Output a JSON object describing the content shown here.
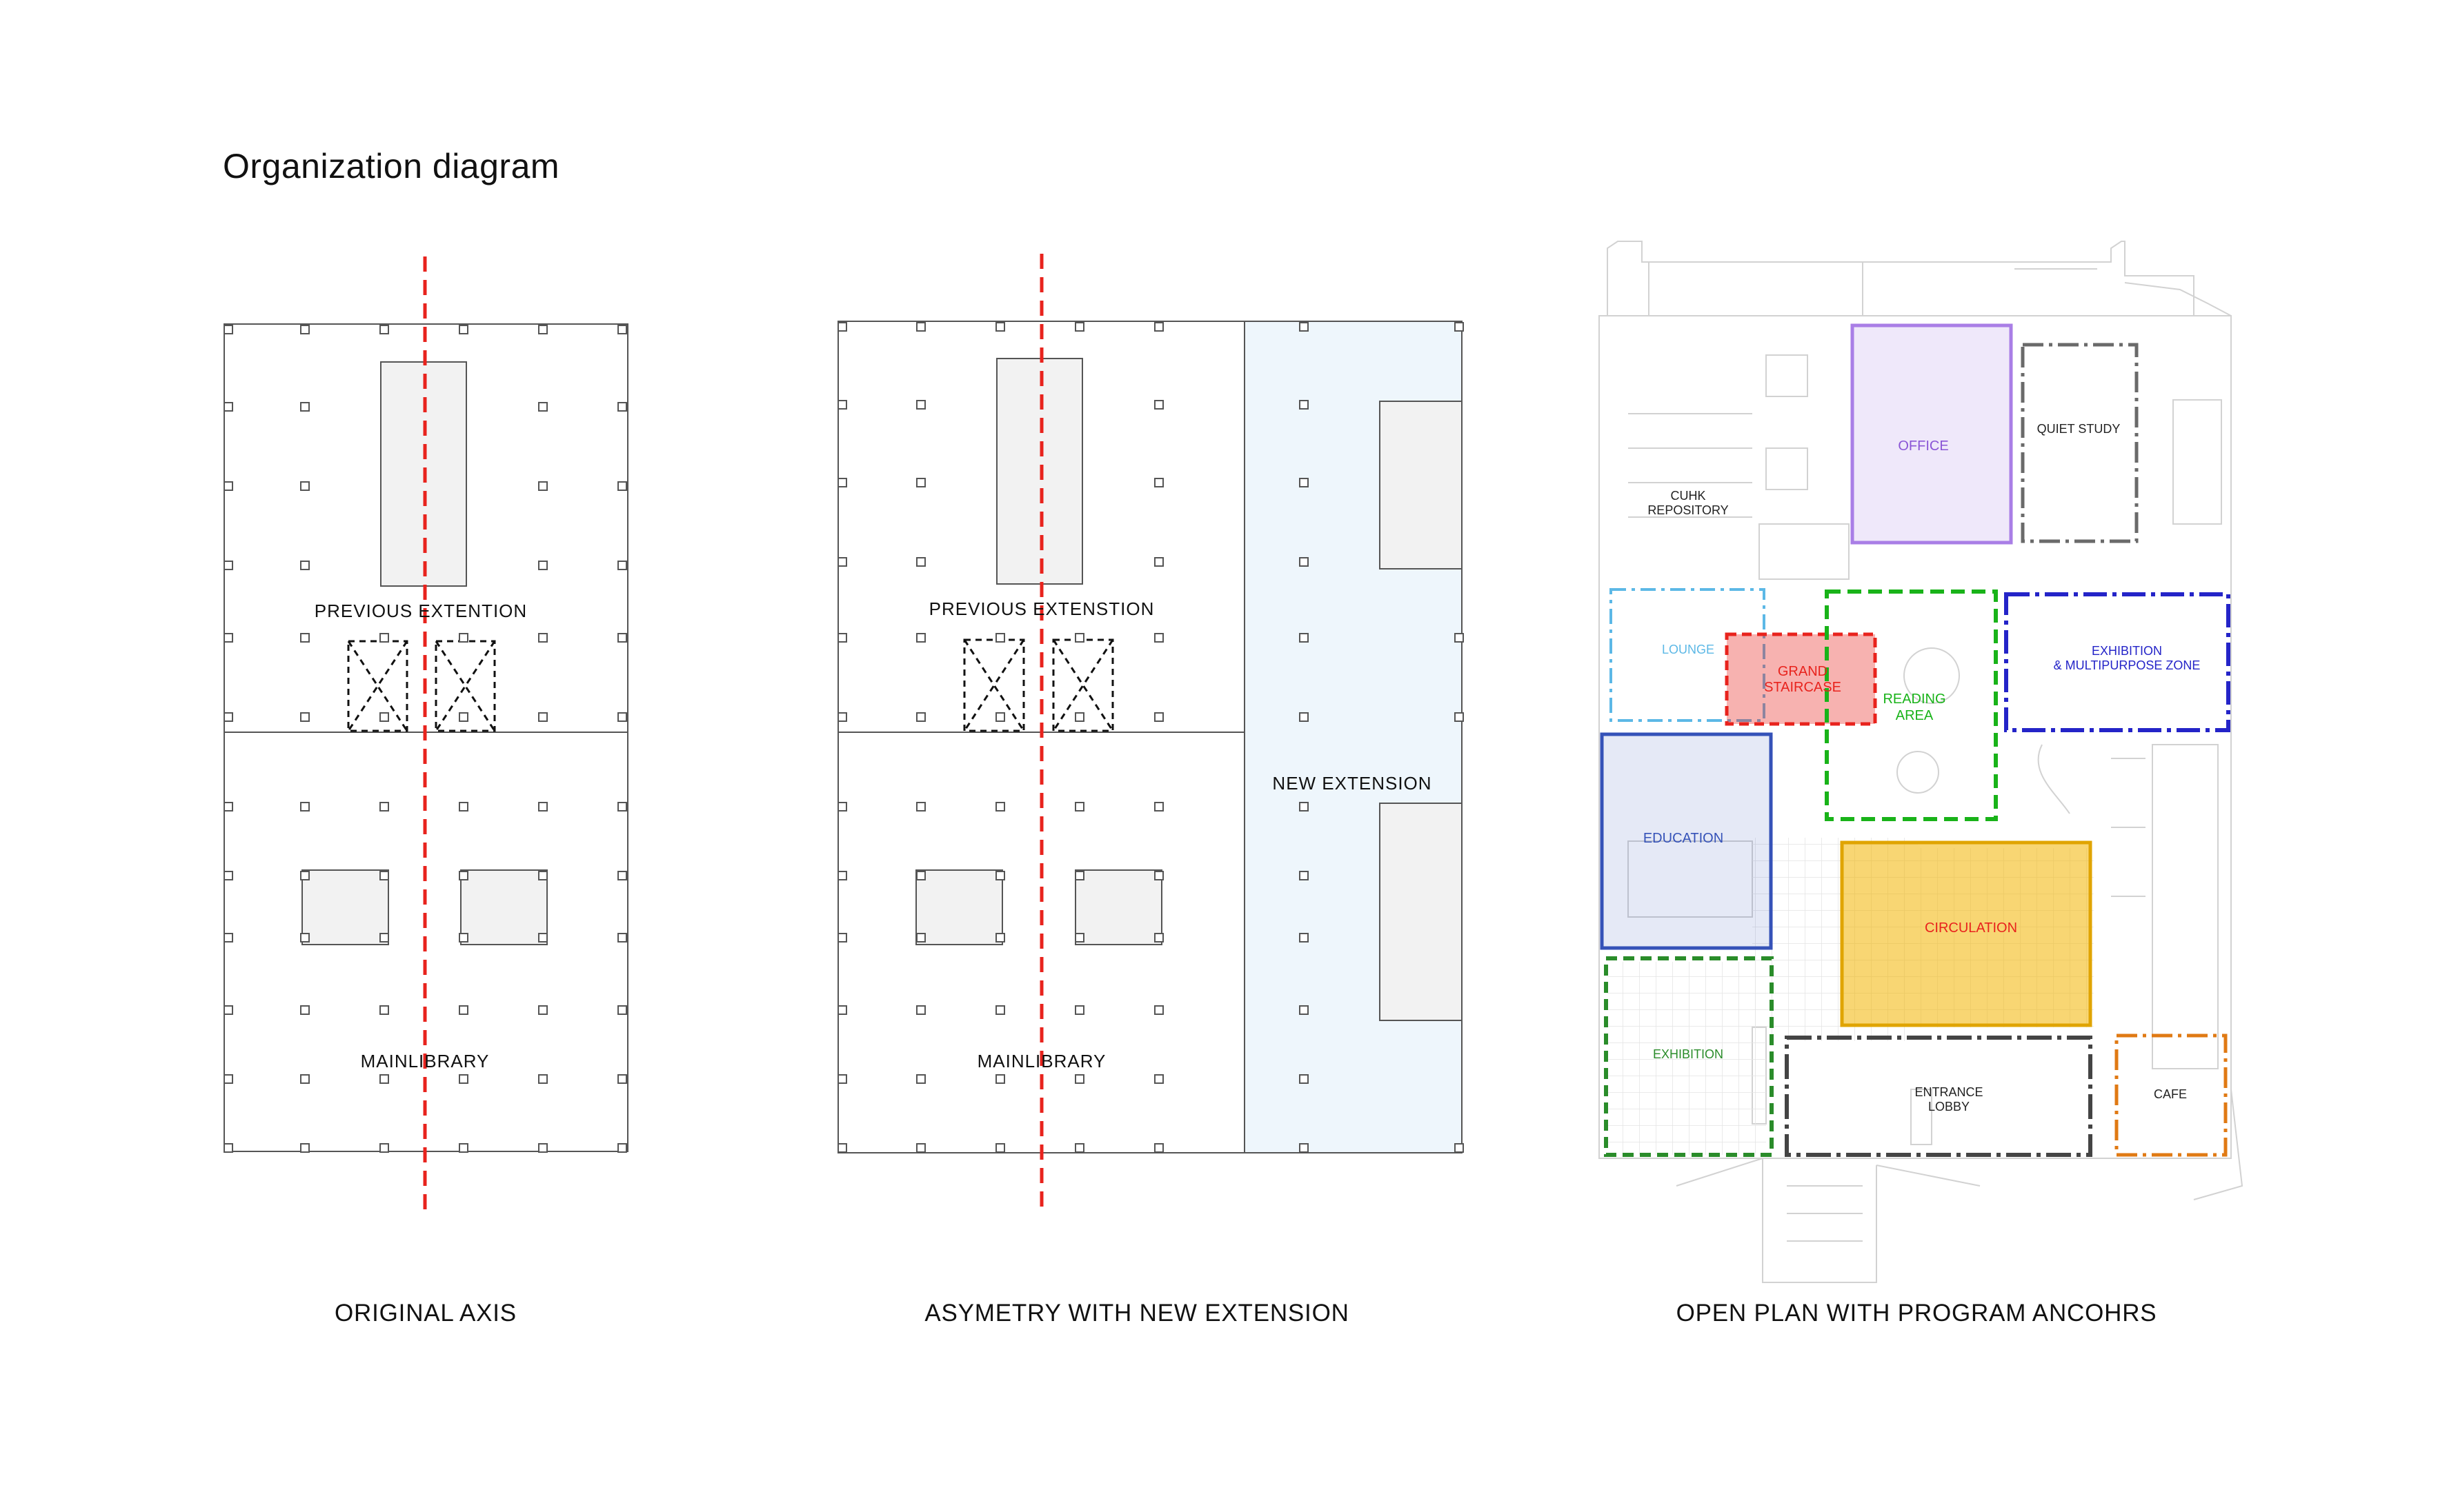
{
  "title": "Organization diagram",
  "colors": {
    "axis": "#e8231d",
    "extension_fill": "#eef6fc",
    "office": "#a97ee6",
    "quiet_study": "#6a6a6a",
    "lounge": "#5cb8e6",
    "grand_staircase": "#e8231d",
    "reading_area": "#19b319",
    "exhibition_multipurpose": "#2424c8",
    "education": "#3552b8",
    "circulation": "#e0a400",
    "exhibition": "#2a8c2a",
    "entrance_lobby": "#444444",
    "cafe": "#e07a14"
  },
  "panels": [
    {
      "caption": "ORIGINAL AXIS",
      "upper_label": "PREVIOUS  EXTENTION",
      "lower_label": "MAINLIBRARY"
    },
    {
      "caption": "ASYMETRY WITH NEW EXTENSION",
      "upper_label": "PREVIOUS  EXTENSTION",
      "lower_label": "MAINLIBRARY",
      "extension_label": "NEW EXTENSION"
    },
    {
      "caption": "OPEN PLAN WITH PROGRAM ANCOHRS",
      "zones": {
        "cuhk_line1": "CUHK",
        "cuhk_line2": "REPOSITORY",
        "office": "OFFICE",
        "quiet_study": "QUIET STUDY",
        "lounge": "LOUNGE",
        "grand_line1": "GRAND",
        "grand_line2": "STAIRCASE",
        "reading_line1": "READING",
        "reading_line2": "AREA",
        "exhib_mp_line1": "EXHIBITION",
        "exhib_mp_line2": "& MULTIPURPOSE ZONE",
        "education": "EDUCATION",
        "circulation": "CIRCULATION",
        "exhibition": "EXHIBITION",
        "entrance_line1": "ENTRANCE",
        "entrance_line2": "LOBBY",
        "cafe": "CAFE"
      }
    }
  ]
}
